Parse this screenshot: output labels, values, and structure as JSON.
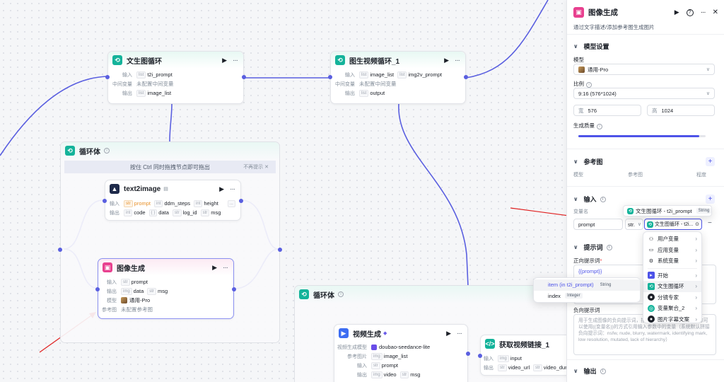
{
  "nodes": {
    "t2i_loop": {
      "title": "文生图循环",
      "in_label": "输入",
      "in_type": "list",
      "in_value": "t2i_prompt",
      "mid_label": "中间变量",
      "mid_value": "未配置中间变量",
      "out_label": "输出",
      "out_type": "list",
      "out_value": "image_list"
    },
    "i2v_loop": {
      "title": "图生视频循环_1",
      "in_label": "输入",
      "in_type1": "list",
      "in_value1": "image_list",
      "in_type2": "list",
      "in_value2": "img2v_prompt",
      "mid_label": "中间变量",
      "mid_value": "未配置中间变量",
      "out_label": "输出",
      "out_type": "list",
      "out_value": "output"
    },
    "loop_body": {
      "title": "循环体",
      "hint": "按住 Ctrl 同时拖拽节点即可拖出",
      "hint_close": "不再提示"
    },
    "t2image": {
      "title": "text2image",
      "in_label": "输入",
      "params": [
        {
          "type": "str",
          "name": "prompt"
        },
        {
          "type": "int",
          "name": "ddm_steps"
        },
        {
          "type": "int",
          "name": "height"
        },
        {
          "type": "",
          "name": "..."
        }
      ],
      "out_label": "输出",
      "outs": [
        {
          "type": "int",
          "name": "code"
        },
        {
          "type": "{ }",
          "name": "data"
        },
        {
          "type": "str",
          "name": "log_id"
        },
        {
          "type": "str",
          "name": "msg"
        }
      ]
    },
    "img_gen": {
      "title": "图像生成",
      "in_label": "输入",
      "in_type": "str",
      "in_value": "prompt",
      "out_label": "输出",
      "out_type1": "img",
      "out_value1": "data",
      "out_type2": "str",
      "out_value2": "msg",
      "model_label": "模型",
      "model_value": "通用-Pro",
      "ref_label": "参考图",
      "ref_value": "未配置参考图"
    },
    "loop_body2": {
      "title": "循环体"
    },
    "video_gen": {
      "title": "视频生成",
      "model_label": "视频生成模型",
      "model_value": "doubao-seedance-lite",
      "ref_label": "参考图片",
      "ref_type": "img",
      "ref_value": "image_list",
      "in_label": "输入",
      "in_type": "str",
      "in_value": "prompt",
      "out_label": "输出",
      "out_type1": "img",
      "out_value1": "video",
      "out_type2": "str",
      "out_value2": "msg"
    },
    "get_link": {
      "title": "获取视频链接_1",
      "in_label": "输入",
      "in_type": "img",
      "in_value": "input",
      "out_label": "输出",
      "out_type1": "str",
      "out_value1": "video_url",
      "out_type2": "str",
      "out_value2": "video_duratio"
    }
  },
  "panel": {
    "title": "图像生成",
    "subtitle": "通过文字描述/添加参考图生成图片",
    "model_section": "模型设置",
    "model_label": "模型",
    "model_value": "通用-Pro",
    "ratio_label": "比例",
    "ratio_value": "9:16 (576*1024)",
    "width_prefix": "宽",
    "width_value": "576",
    "height_prefix": "高",
    "height_value": "1024",
    "quality_label": "生成质量",
    "quality_level": 0.95,
    "ref_section": "参考图",
    "ref_col1": "模型",
    "ref_col2": "参考图",
    "ref_col3": "程度",
    "input_section": "输入",
    "var_name_label": "变量名",
    "var_name_value": "prompt",
    "var_type": "str.",
    "var_ref": "文生图循环 - t2i...",
    "prompt_section": "提示词",
    "positive_label": "正向提示词",
    "positive_value": "{{prompt}}",
    "negative_label": "负向提示词",
    "negative_value": "用于生成图像的负向提示词，描述不希望在生成的内容，你可以使用{{变量名}}的方式引用输入参数中的变量（系统默认拼接负向提示词：nsfw, nude, blurry, watermark, identifying mark, low resolution, mutated, lack of hierarchy）",
    "output_section": "输出"
  },
  "tooltip": {
    "text": "文生图循环 - t2i_prompt",
    "type": "String"
  },
  "var_menu": [
    {
      "icon": "user-icon",
      "label": "用户变量"
    },
    {
      "icon": "folder-icon",
      "label": "应用变量"
    },
    {
      "icon": "gear-icon",
      "label": "系统变量"
    },
    {
      "icon": "start-icon",
      "label": "开始"
    },
    {
      "icon": "loop-icon",
      "label": "文生图循环"
    },
    {
      "icon": "agent-icon",
      "label": "分镜专家"
    },
    {
      "icon": "aggregate-icon",
      "label": "变量聚合_2"
    },
    {
      "icon": "caption-icon",
      "label": "图片字幕文案"
    }
  ],
  "sub_menu": [
    {
      "label": "item (in t2i_prompt)",
      "type": "String"
    },
    {
      "label": "index",
      "type": "Integer"
    }
  ],
  "colors": {
    "accent": "#4d53e8",
    "teal": "#14b39a",
    "pink": "#e8408f",
    "link": "#5a5fe0",
    "arrow": "#e02020"
  }
}
